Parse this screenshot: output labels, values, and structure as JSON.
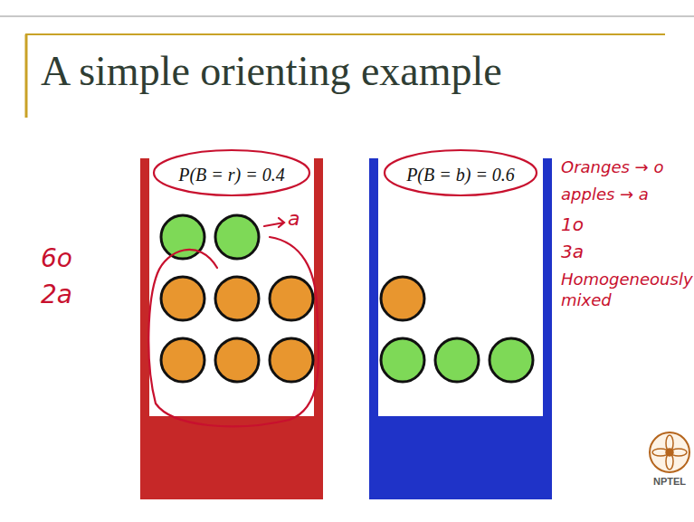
{
  "diagram": {
    "title": "A simple orienting example",
    "nodes": [
      {
        "text": [
          "P(B = r) = 0.4"
        ]
      },
      {
        "text": [
          "P(B = b) = 0.6"
        ]
      }
    ],
    "labels": [
      "6o",
      "2a",
      "a",
      "Oranges → o",
      "apples → a",
      "1o",
      "3a",
      "Homogeneously mixed",
      "NPTEL"
    ]
  }
}
